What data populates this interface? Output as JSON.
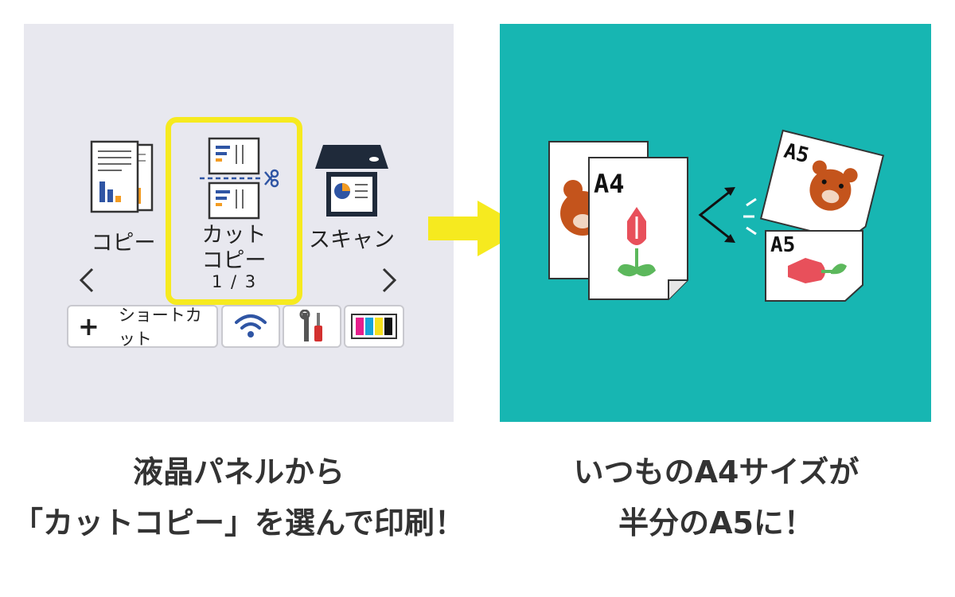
{
  "lcd": {
    "menu": [
      {
        "label_lines": [
          "コピー"
        ],
        "icon": "copy-icon"
      },
      {
        "label_lines": [
          "カット",
          "コピー"
        ],
        "icon": "cut-copy-icon"
      },
      {
        "label_lines": [
          "スキャン"
        ],
        "icon": "scanner-icon"
      }
    ],
    "pager": "1 / 3",
    "shortcut_label": "ショートカット",
    "toolbar_icons": [
      "wifi-icon",
      "tools-icon",
      "ink-icon"
    ],
    "colors": {
      "highlight": "#f6ea1f",
      "panel_bg": "#e8e8ef",
      "accent_blue": "#2f55a4"
    }
  },
  "illustration": {
    "a4_label": "A4",
    "a5_label_top": "A5",
    "a5_label_bottom": "A5",
    "colors": {
      "background": "#17b6b2",
      "bear": "#c4541c",
      "tulip_red": "#e8505b",
      "leaf_green": "#5cb85c"
    }
  },
  "captions": {
    "left_line1": "液晶パネルから",
    "left_line2": "「カットコピー」を選んで印刷！",
    "right_line1": "いつものA4サイズが",
    "right_line2": "半分のA5に！"
  }
}
